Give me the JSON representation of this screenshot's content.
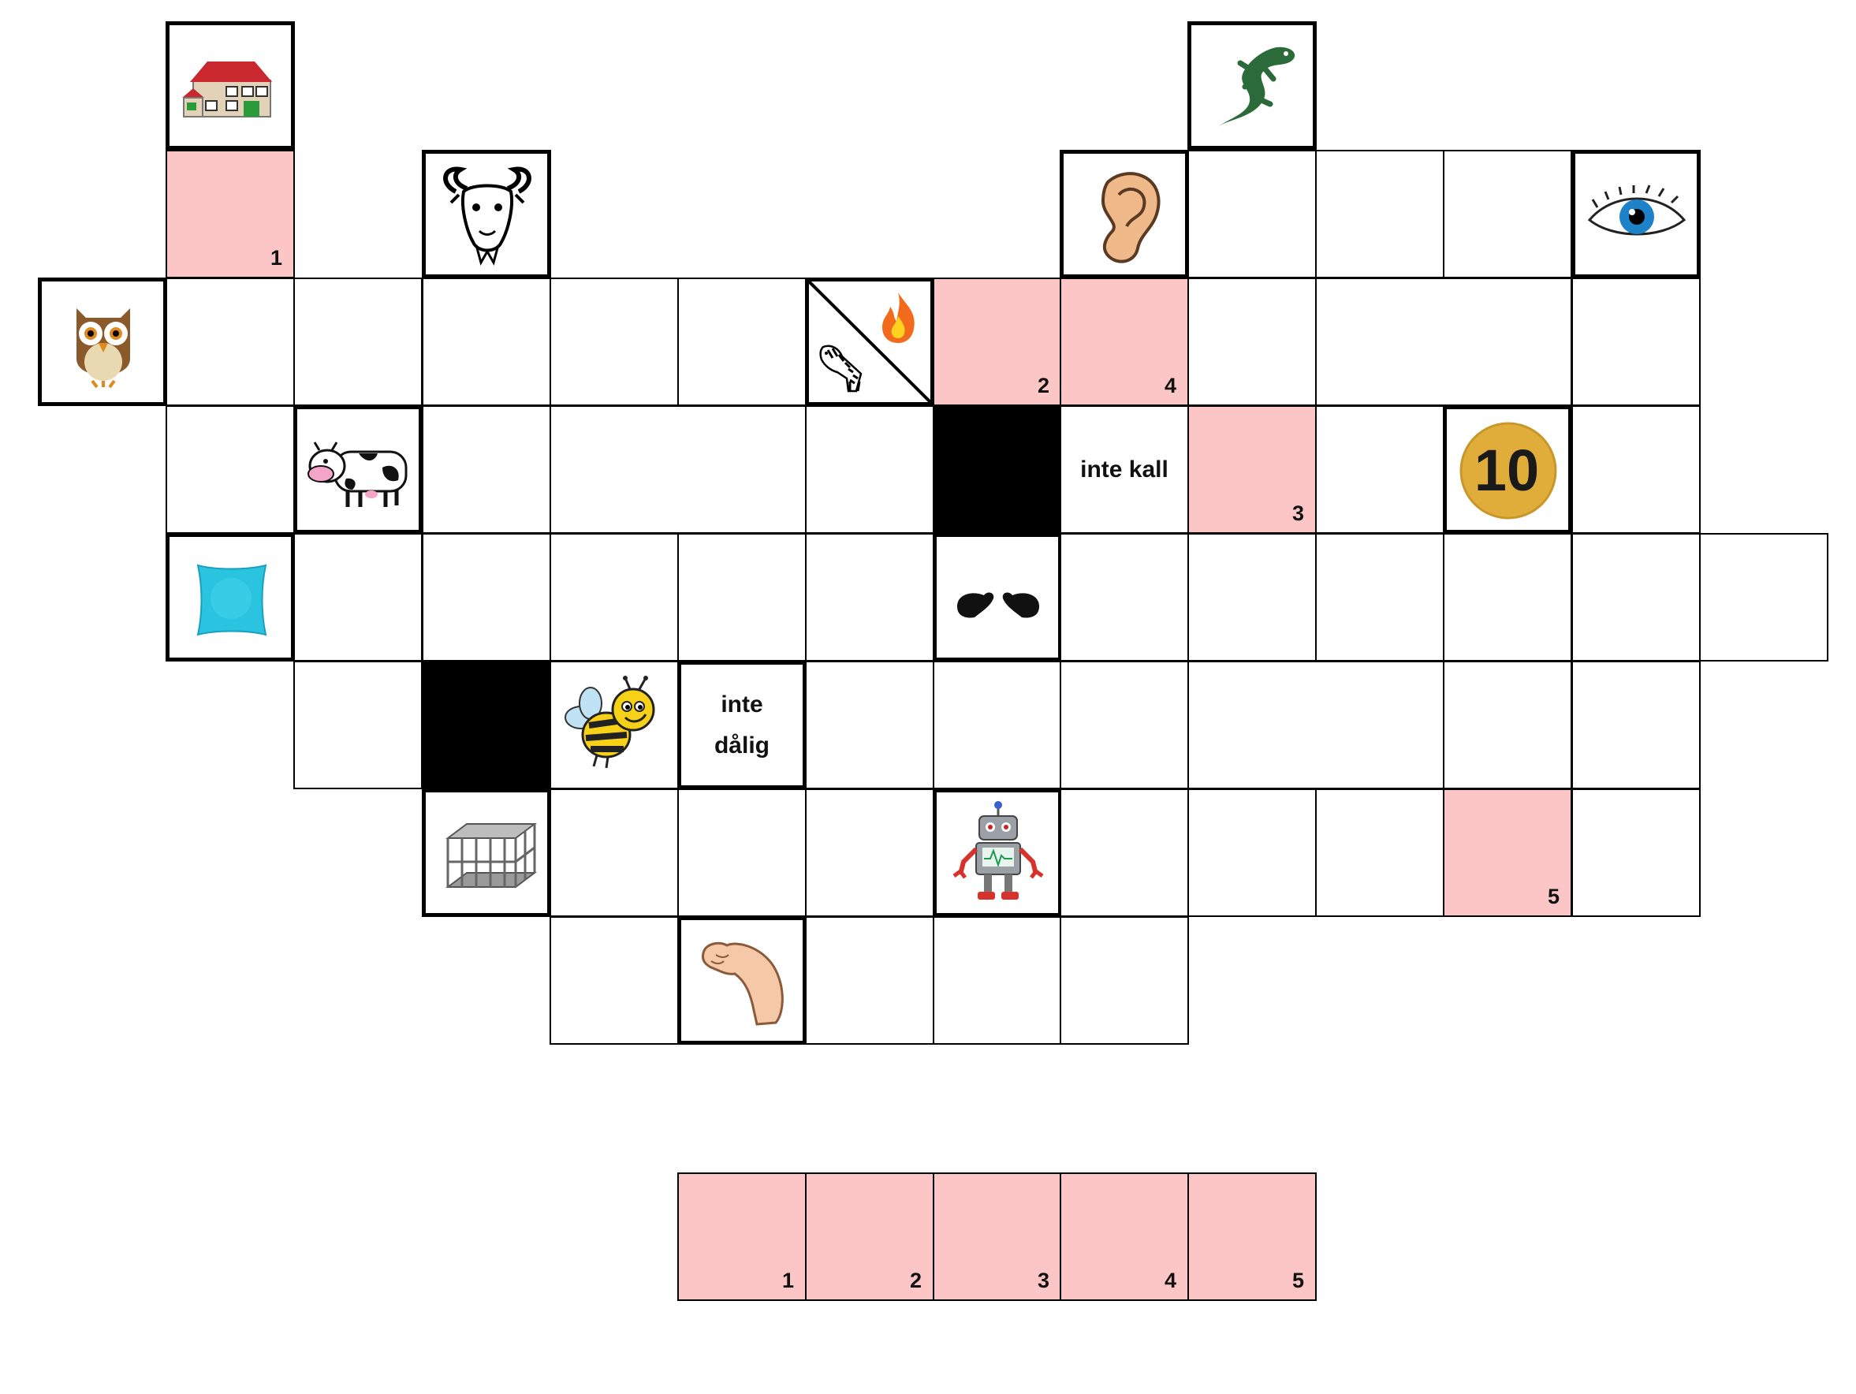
{
  "puzzle": {
    "clue_text": {
      "not_cold": "inte kall",
      "not_bad_line1": "inte",
      "not_bad_line2": "dålig"
    },
    "pictures": {
      "house": "house-icon",
      "gnu": "gnu-head-icon",
      "owl": "owl-icon",
      "cow": "cow-icon",
      "pillow": "pillow-icon",
      "bee": "bee-icon",
      "cage": "cage-icon",
      "arm": "arm-icon",
      "robot": "robot-icon",
      "mittens": "mittens-icon",
      "zebra": "zebra-icon",
      "fire": "fire-icon",
      "ear": "ear-icon",
      "lizard": "lizard-icon",
      "eye": "eye-icon",
      "ten": "coin-ten-icon"
    },
    "coin_value": "10",
    "grid_numbers": {
      "n1": "1",
      "n2": "2",
      "n3": "3",
      "n4": "4",
      "n5": "5"
    },
    "answer_numbers": [
      "1",
      "2",
      "3",
      "4",
      "5"
    ],
    "colors": {
      "highlight": "#fdc6c6",
      "block": "#000000",
      "grid_line": "#000000"
    }
  }
}
